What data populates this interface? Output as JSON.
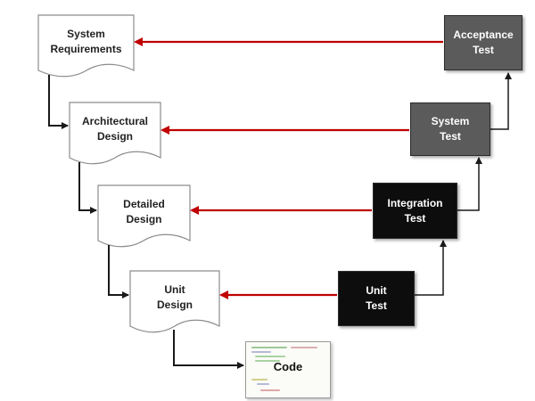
{
  "diagram": {
    "type": "V-model",
    "colors": {
      "arrow_red": "#c00000",
      "connector_black": "#1a1a1a",
      "acceptance_fill": "#5b5b5b",
      "system_test_fill": "#5b5b5b",
      "integration_fill": "#0d0d0d",
      "unit_test_fill": "#0d0d0d",
      "doc_fill": "#ffffff",
      "doc_border": "#8c8c8c"
    },
    "design_steps": [
      {
        "id": "system-requirements",
        "line1": "System",
        "line2": "Requirements"
      },
      {
        "id": "architectural-design",
        "line1": "Architectural",
        "line2": "Design"
      },
      {
        "id": "detailed-design",
        "line1": "Detailed",
        "line2": "Design"
      },
      {
        "id": "unit-design",
        "line1": "Unit",
        "line2": "Design"
      }
    ],
    "test_steps": [
      {
        "id": "acceptance-test",
        "line1": "Acceptance",
        "line2": "Test"
      },
      {
        "id": "system-test",
        "line1": "System",
        "line2": "Test"
      },
      {
        "id": "integration-test",
        "line1": "Integration",
        "line2": "Test"
      },
      {
        "id": "unit-test",
        "line1": "Unit",
        "line2": "Test"
      }
    ],
    "code": {
      "label": "Code"
    }
  }
}
